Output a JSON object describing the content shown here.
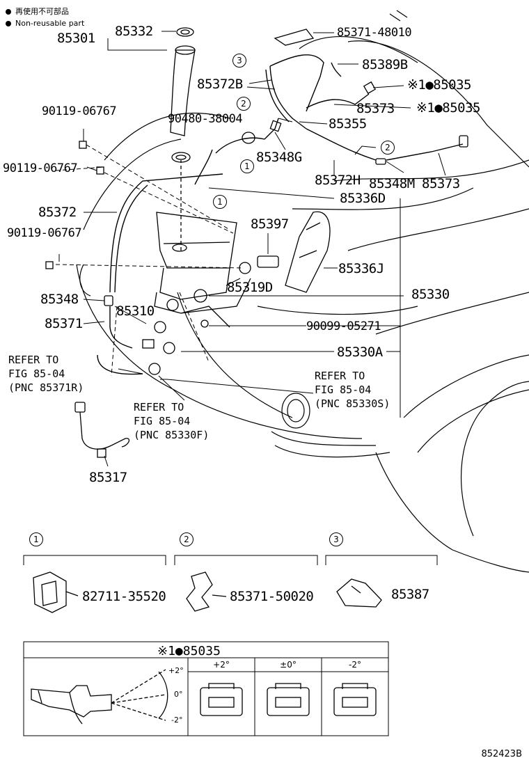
{
  "legend": {
    "line1": "再使用不可部品",
    "line2": "Non-reusable part"
  },
  "parts": {
    "p85301": "85301",
    "p85332": "85332",
    "p85371_48010": "85371-48010",
    "p85389B": "85389B",
    "p85372B": "85372B",
    "p85035a": "※1●85035",
    "p85035b": "※1●85035",
    "p90480": "90480-38004",
    "p85373a": "85373",
    "p85355": "85355",
    "p90119a": "90119-06767",
    "p85348G": "85348G",
    "p90119b": "90119-06767",
    "p85372H": "85372H",
    "p85348M": "85348M",
    "p85373b": "85373",
    "p85336D": "85336D",
    "p85372": "85372",
    "p90119c": "90119-06767",
    "p85397": "85397",
    "p85336J": "85336J",
    "p85319D": "85319D",
    "p85348": "85348",
    "p85310": "85310",
    "p85330": "85330",
    "p85371": "85371",
    "p90099": "90099-05271",
    "p85330A": "85330A",
    "p85317": "85317"
  },
  "refs": {
    "r85371R": "REFER TO\nFIG 85-04\n(PNC 85371R)",
    "r85330S": "REFER TO\nFIG 85-04\n(PNC 85330S)",
    "r85330F": "REFER TO\nFIG 85-04\n(PNC 85330F)"
  },
  "callouts": [
    "1",
    "2",
    "3"
  ],
  "clips": {
    "c1": "82711-35520",
    "c2": "85371-50020",
    "c3": "85387"
  },
  "nozzle_table": {
    "title": "※1●85035",
    "headers": [
      "+2°",
      "±0°",
      "-2°"
    ],
    "angles": [
      "+2°",
      "0°",
      "-2°"
    ]
  },
  "figure_number": "852423B"
}
